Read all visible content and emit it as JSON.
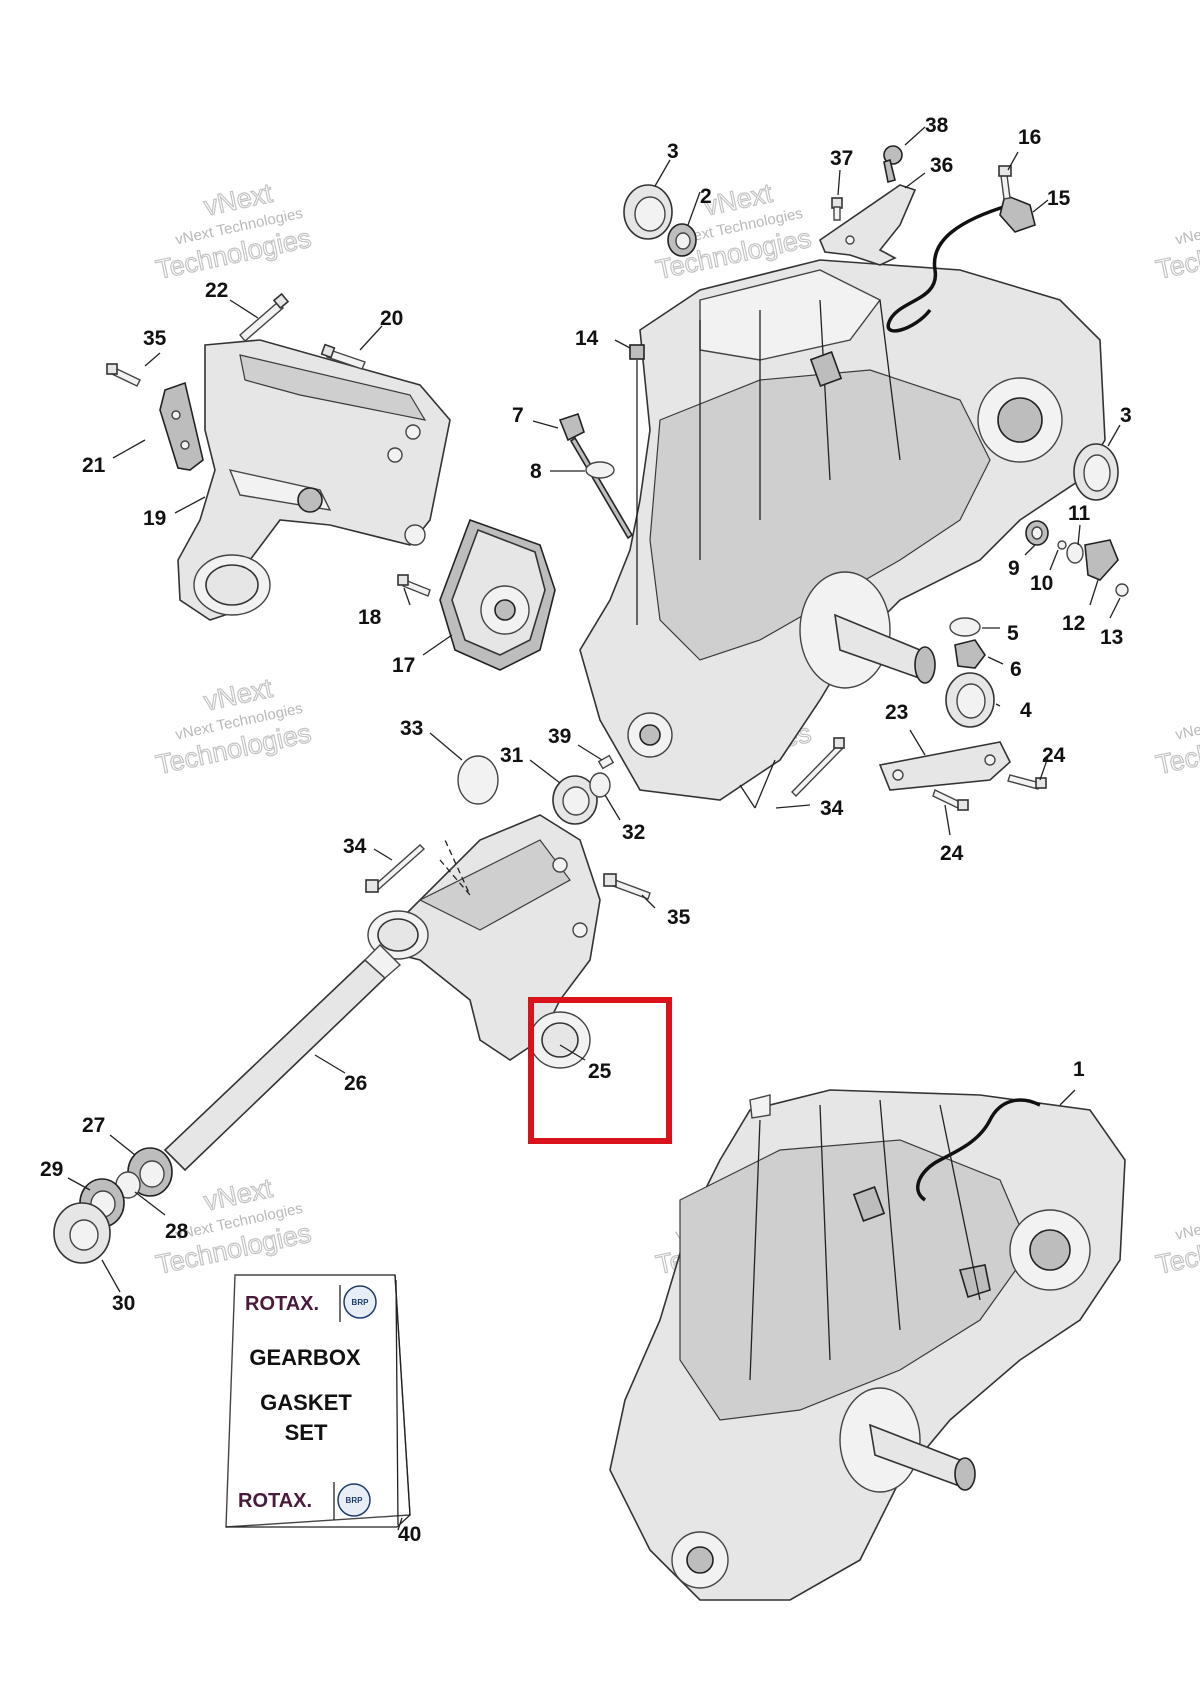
{
  "diagram": {
    "watermark": {
      "line1": "vNext",
      "line2": "vNext Technologies",
      "line3": "Technologies"
    },
    "callouts": [
      {
        "id": "c1",
        "label": "1"
      },
      {
        "id": "c2",
        "label": "2"
      },
      {
        "id": "c3a",
        "label": "3"
      },
      {
        "id": "c3b",
        "label": "3"
      },
      {
        "id": "c4",
        "label": "4"
      },
      {
        "id": "c5",
        "label": "5"
      },
      {
        "id": "c6",
        "label": "6"
      },
      {
        "id": "c7",
        "label": "7"
      },
      {
        "id": "c8",
        "label": "8"
      },
      {
        "id": "c9",
        "label": "9"
      },
      {
        "id": "c10",
        "label": "10"
      },
      {
        "id": "c11",
        "label": "11"
      },
      {
        "id": "c12",
        "label": "12"
      },
      {
        "id": "c13",
        "label": "13"
      },
      {
        "id": "c14",
        "label": "14"
      },
      {
        "id": "c15",
        "label": "15"
      },
      {
        "id": "c16",
        "label": "16"
      },
      {
        "id": "c17",
        "label": "17"
      },
      {
        "id": "c18",
        "label": "18"
      },
      {
        "id": "c19",
        "label": "19"
      },
      {
        "id": "c20",
        "label": "20"
      },
      {
        "id": "c21",
        "label": "21"
      },
      {
        "id": "c22",
        "label": "22"
      },
      {
        "id": "c23",
        "label": "23"
      },
      {
        "id": "c24a",
        "label": "24"
      },
      {
        "id": "c24b",
        "label": "24"
      },
      {
        "id": "c25",
        "label": "25"
      },
      {
        "id": "c26",
        "label": "26"
      },
      {
        "id": "c27",
        "label": "27"
      },
      {
        "id": "c28",
        "label": "28"
      },
      {
        "id": "c29",
        "label": "29"
      },
      {
        "id": "c30",
        "label": "30"
      },
      {
        "id": "c31",
        "label": "31"
      },
      {
        "id": "c32",
        "label": "32"
      },
      {
        "id": "c33",
        "label": "33"
      },
      {
        "id": "c34a",
        "label": "34"
      },
      {
        "id": "c34b",
        "label": "34"
      },
      {
        "id": "c35a",
        "label": "35"
      },
      {
        "id": "c35b",
        "label": "35"
      },
      {
        "id": "c36",
        "label": "36"
      },
      {
        "id": "c37",
        "label": "37"
      },
      {
        "id": "c38",
        "label": "38"
      },
      {
        "id": "c39",
        "label": "39"
      },
      {
        "id": "c40",
        "label": "40"
      }
    ],
    "gasket_set": {
      "brand_top": "ROTAX.",
      "line1": "GEARBOX",
      "line2": "GASKET",
      "line3": "SET",
      "brand_bottom": "ROTAX.",
      "badge": "BRP"
    },
    "highlight": {
      "part": "25",
      "color": "#d9121b"
    }
  }
}
